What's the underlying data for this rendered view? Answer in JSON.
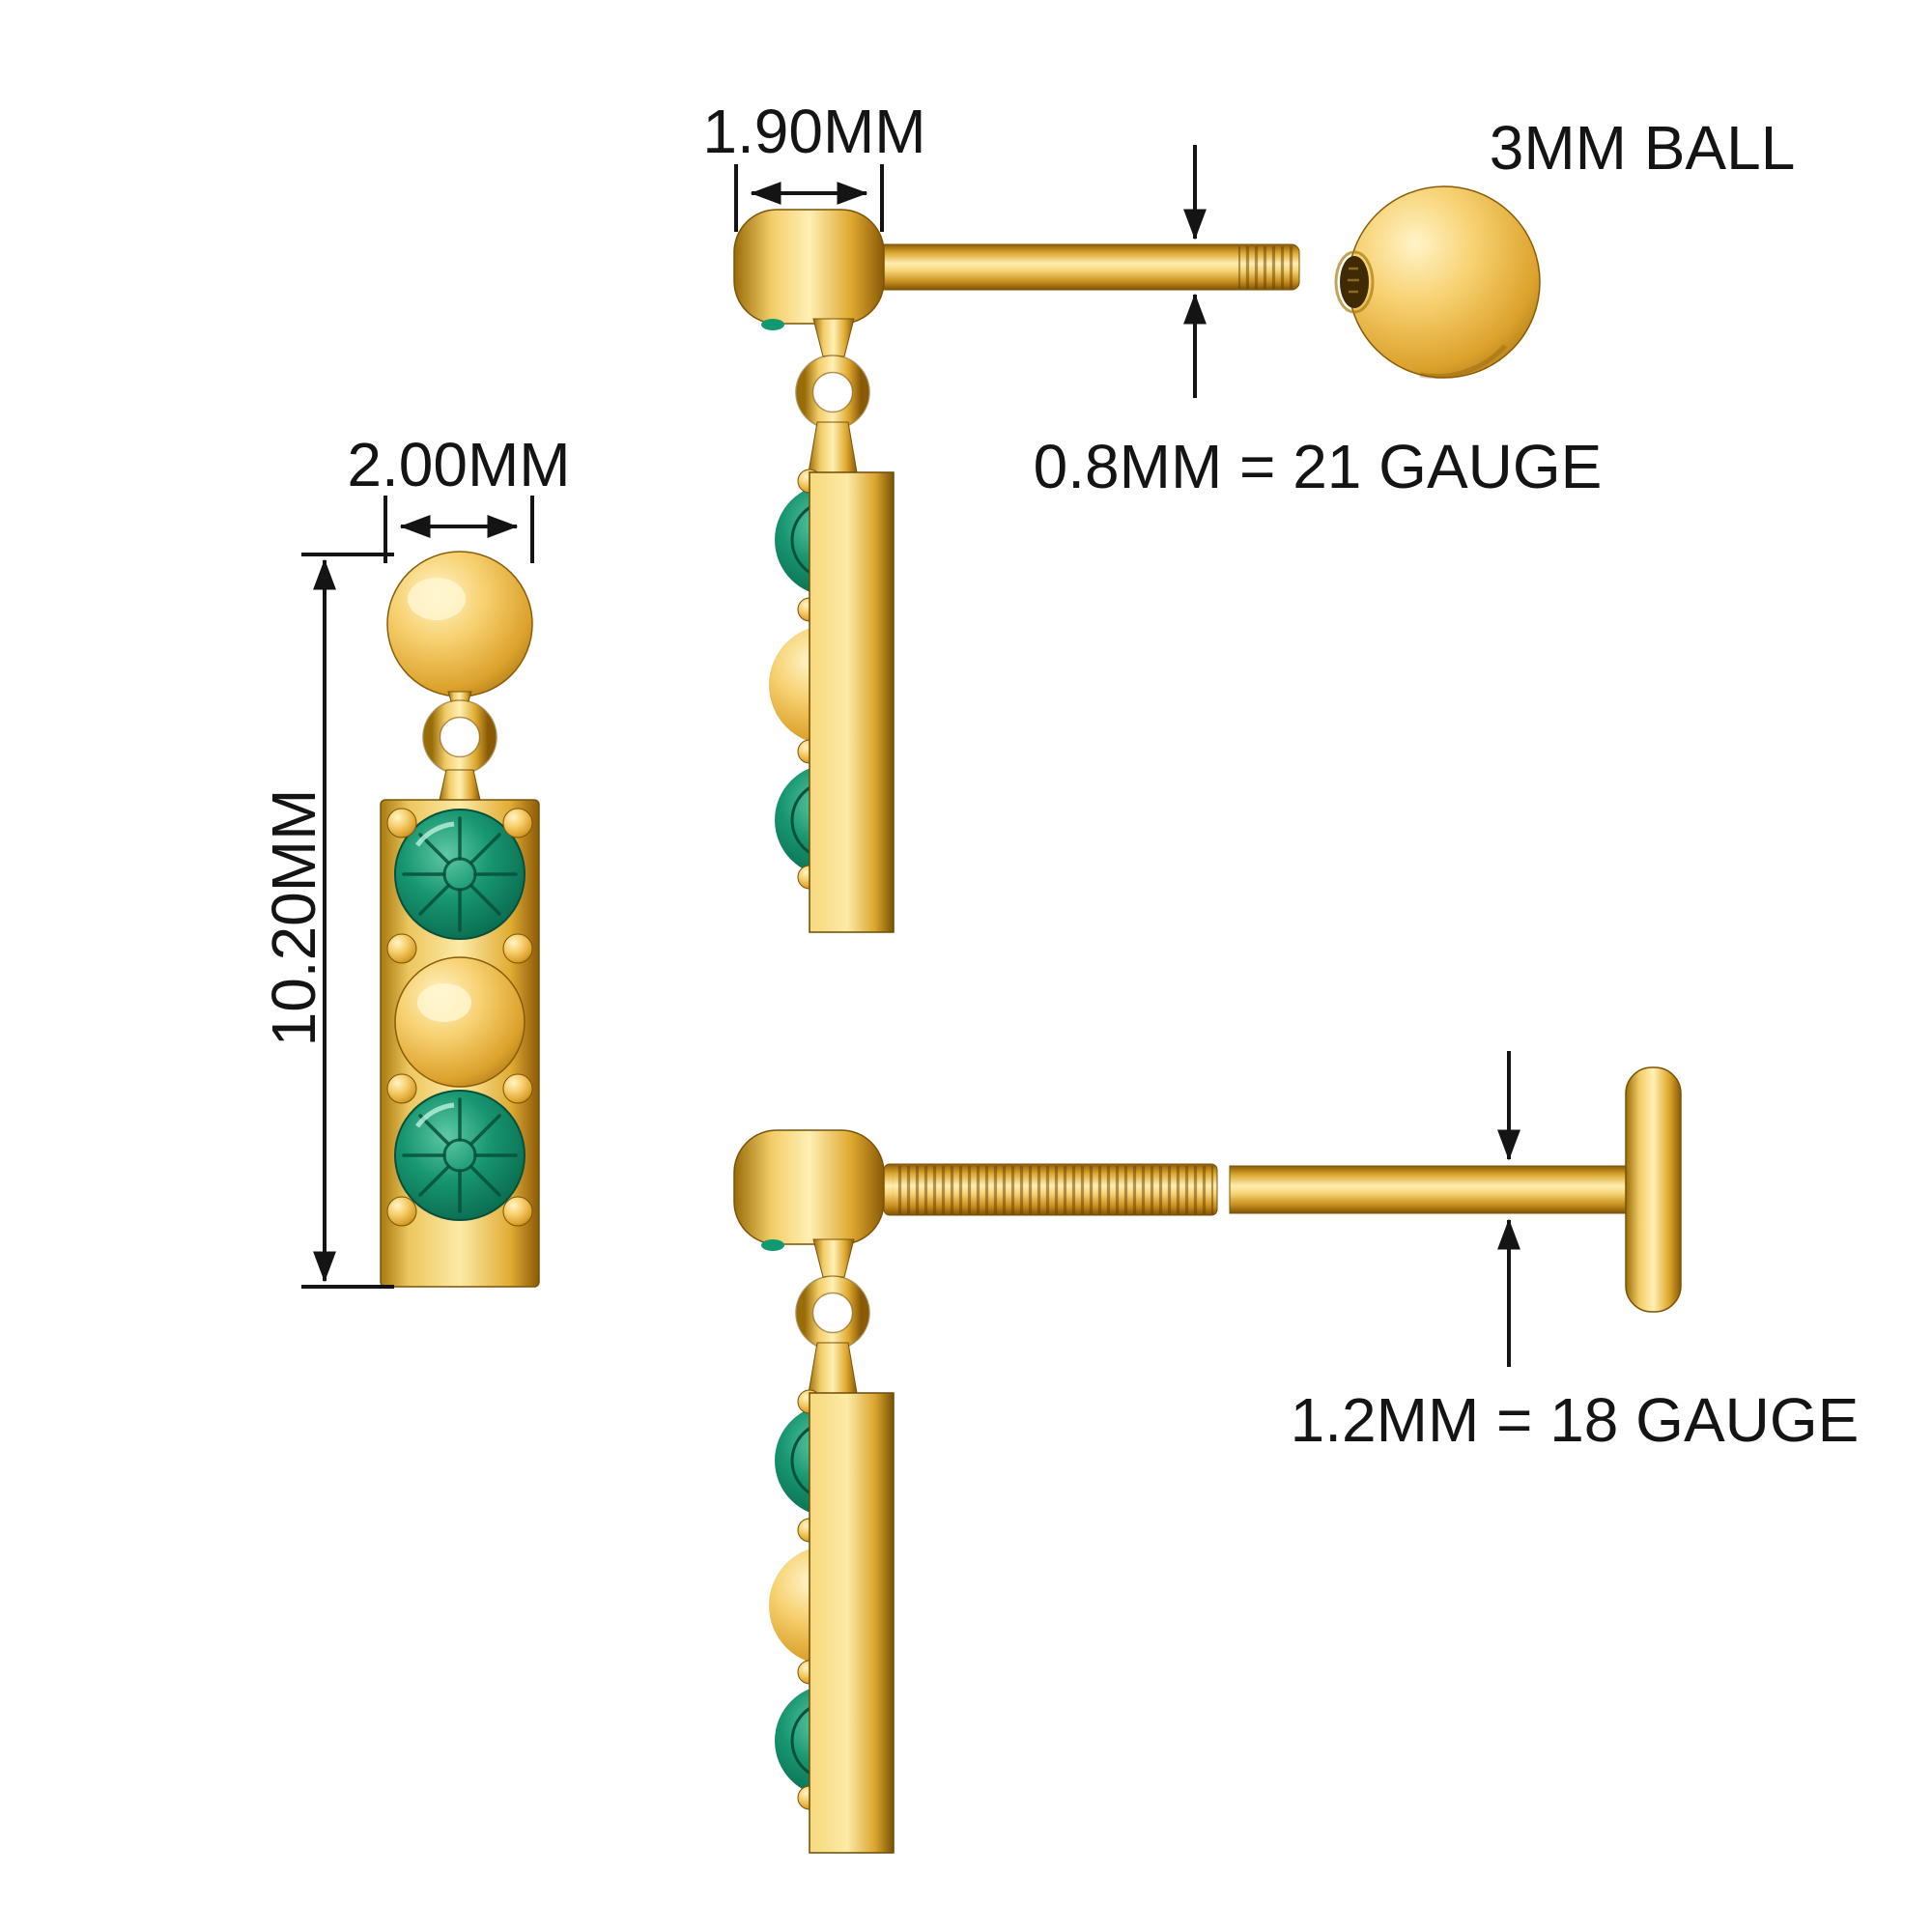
{
  "background": "#ffffff",
  "labels": {
    "head_width": "1.90MM",
    "ball_size": "3MM BALL",
    "top_post_gauge": "0.8MM = 21 GAUGE",
    "drop_width": "2.00MM",
    "drop_length": "10.20MM",
    "bottom_post_gauge": "1.2MM = 18 GAUGE"
  },
  "measurements": {
    "head_width_mm": 1.9,
    "ball_diameter_mm": 3,
    "top_post_mm": 0.8,
    "top_post_gauge": 21,
    "drop_width_mm": 2.0,
    "drop_length_mm": 10.2,
    "bottom_post_mm": 1.2,
    "bottom_post_gauge": 18
  },
  "colors": {
    "gold": "#E3A82E",
    "gold_highlight": "#FFF0B4",
    "gold_shadow": "#8A5A06",
    "emerald_green": "#14906C",
    "emerald_dark": "#07503B",
    "annotation": "#141414"
  }
}
